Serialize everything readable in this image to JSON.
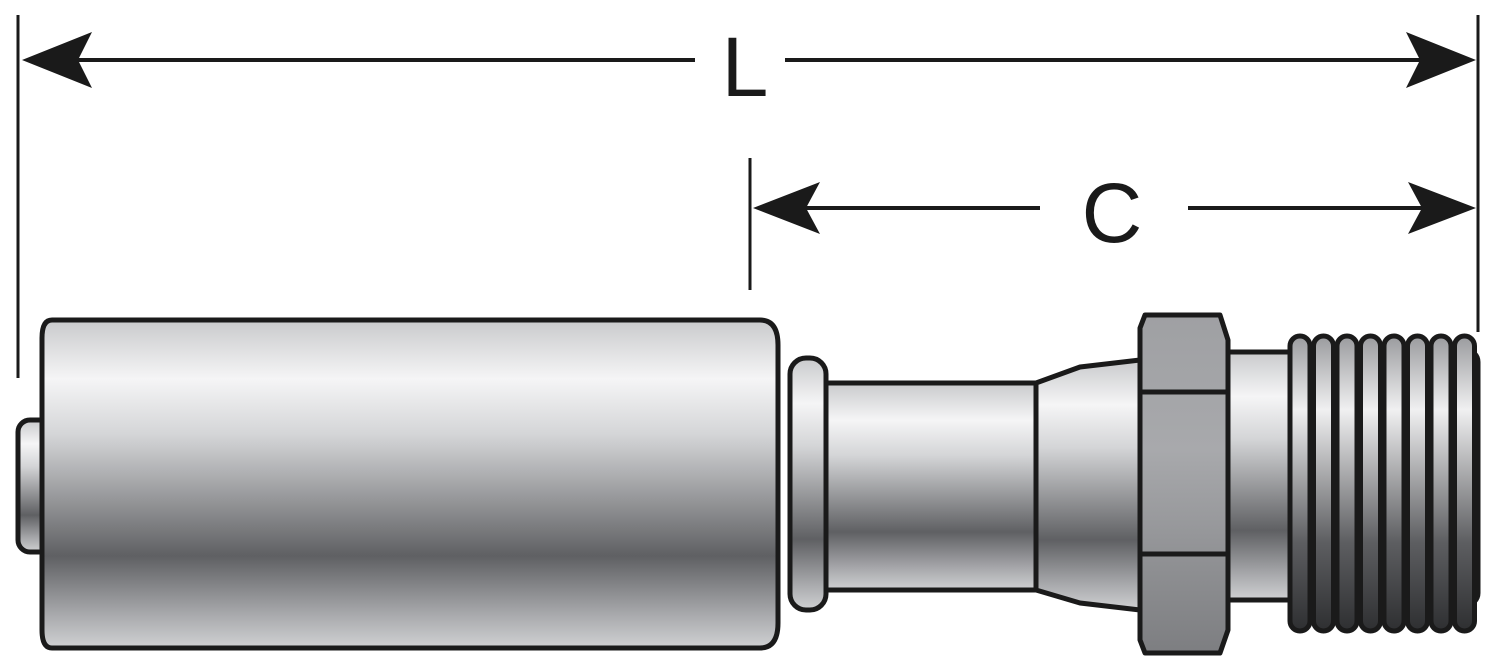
{
  "diagram": {
    "dimensions": [
      {
        "id": "overall-length",
        "label": "L"
      },
      {
        "id": "cutoff-length",
        "label": "C"
      }
    ],
    "colors": {
      "outline": "#1a1a1a",
      "metal_light": "#f4f4f5",
      "metal_dark": "#5e5f62"
    },
    "thread_count": 8
  }
}
